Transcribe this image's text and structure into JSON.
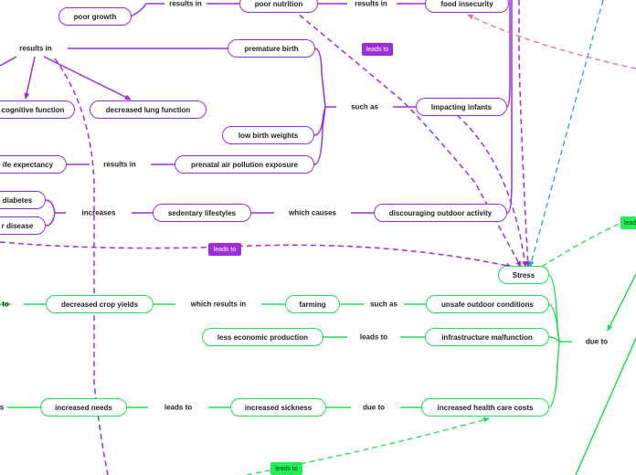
{
  "colors": {
    "purple": "#9b30d9",
    "green": "#22dd55",
    "pink": "#e8709a",
    "blue": "#2a9fd6"
  },
  "nodes": {
    "poor_growth": "poor growth",
    "poor_nutrition": "poor nutrition",
    "food_insecurity": "food insecurity",
    "premature_birth": "premature birth",
    "cognitive_function": "cognitive function",
    "lung_function": "decreased lung function",
    "impacting_infants": "Impacting infants",
    "low_birth_weights": "low birth weights",
    "life_expectancy": "ife expectancy",
    "prenatal_exposure": "prenatal air pollution exposure",
    "diabetes": "diabetes",
    "heart_disease": "r disease",
    "sedentary": "sedentary lifestyles",
    "outdoor": "discouraging outdoor activity",
    "stress": "Stress",
    "crop_yields": "decreased crop yields",
    "farming": "farming",
    "unsafe_outdoor": "unsafe outdoor conditions",
    "less_economic": "less economic production",
    "infrastructure": "infrastructure malfunction",
    "increased_needs": "increased needs",
    "increased_sickness": "increased sickness",
    "health_care_costs": "increased health care costs"
  },
  "labels": {
    "results_in_a": "results in",
    "results_in_b": "results in",
    "results_in_c": "results in",
    "results_in_d": "results in",
    "such_as_a": "such as",
    "increases": "increases",
    "which_causes": "which causes",
    "to_edge": "to",
    "which_results_in": "which results in",
    "such_as_b": "such as",
    "leads_to_a": "leads to",
    "due_to_a": "due to",
    "s_edge": "s",
    "leads_to_b": "leads to",
    "due_to_b": "due to"
  },
  "tags": {
    "leads_to_1": "leads to",
    "leads_to_2": "leads to",
    "leads_to_3": "leads to",
    "leads_to_4": "leads to"
  }
}
